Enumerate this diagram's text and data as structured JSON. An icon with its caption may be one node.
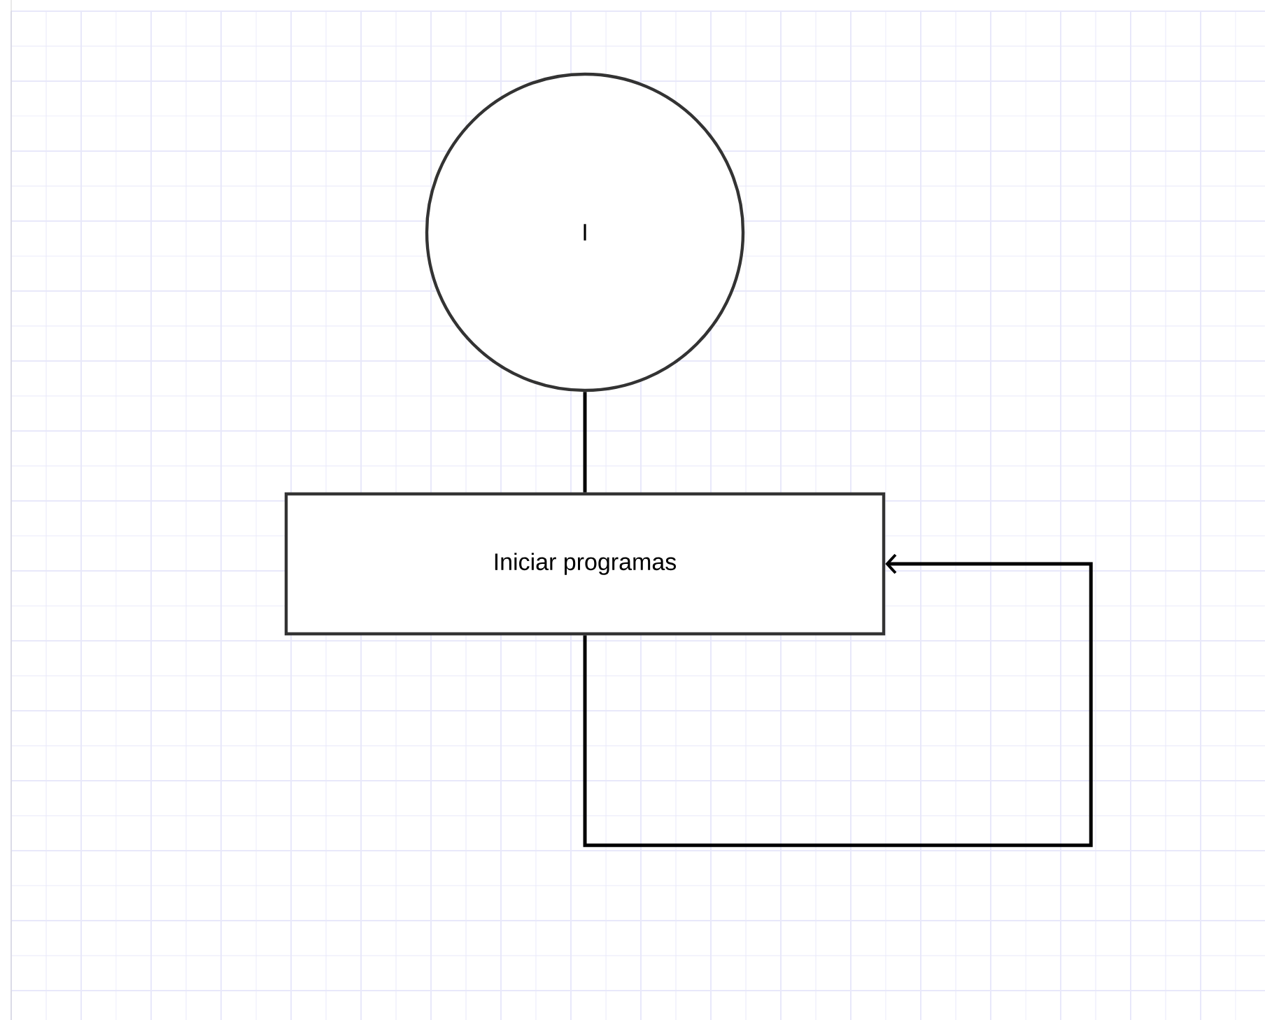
{
  "diagram": {
    "nodes": [
      {
        "text": [
          "I"
        ]
      },
      {
        "text": [
          "Iniciar programas"
        ]
      }
    ],
    "edges": [
      {
        "from": 0,
        "to": 1,
        "arrow": "none"
      },
      {
        "from": 1,
        "to": 1,
        "arrow": "to"
      }
    ]
  }
}
